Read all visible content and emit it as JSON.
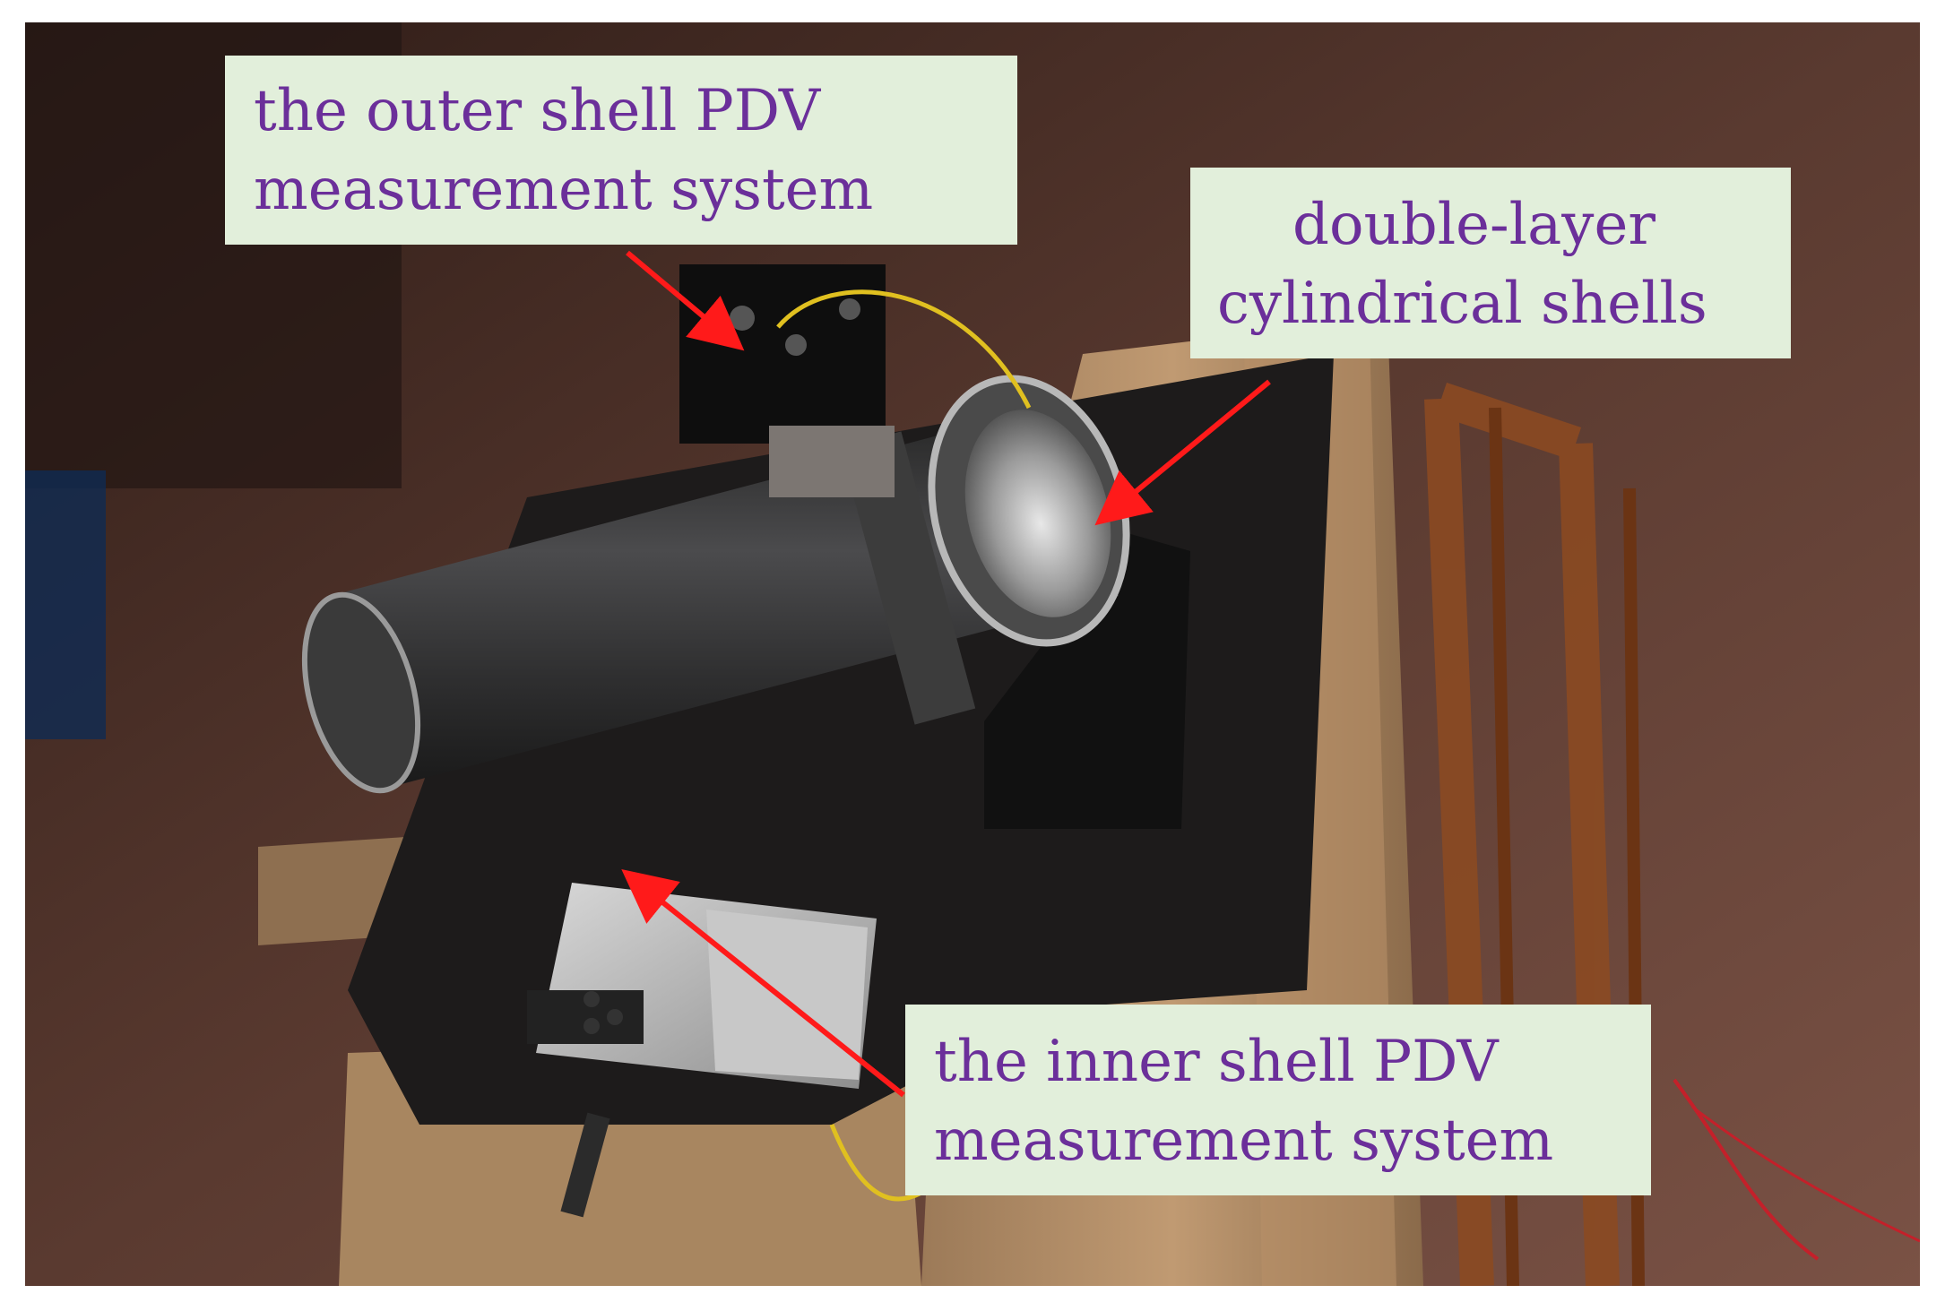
{
  "photo": {
    "description_icon": "photo-icon"
  },
  "callouts": {
    "outer": [
      "the outer shell PDV",
      "measurement system"
    ],
    "double": [
      "double-layer",
      "cylindrical shells"
    ],
    "inner": [
      "the inner shell PDV",
      "measurement system"
    ]
  },
  "colors": {
    "callout_bg": "#e2efdb",
    "callout_text": "#6b2f9a",
    "arrow": "#ff1a1a"
  }
}
